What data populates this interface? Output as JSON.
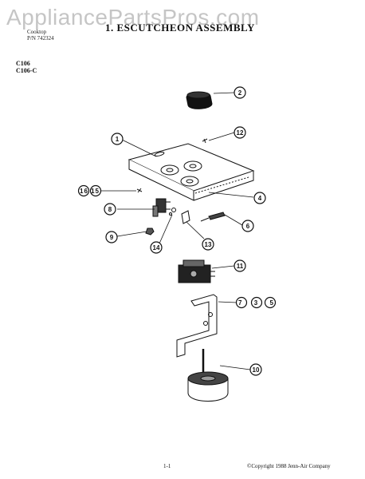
{
  "watermark": "AppliancePartsPros.com",
  "header": {
    "line1": "Cooktop",
    "line2": "P/N 742324",
    "title": "1. ESCUTCHEON ASSEMBLY"
  },
  "models": [
    "C106",
    "C106-C"
  ],
  "callouts": [
    {
      "id": "c1",
      "label": "1"
    },
    {
      "id": "c2",
      "label": "2"
    },
    {
      "id": "c4",
      "label": "4"
    },
    {
      "id": "c6",
      "label": "6"
    },
    {
      "id": "c735",
      "label": "7 3 5"
    },
    {
      "id": "c8",
      "label": "8"
    },
    {
      "id": "c9",
      "label": "9"
    },
    {
      "id": "c10",
      "label": "10"
    },
    {
      "id": "c11",
      "label": "11"
    },
    {
      "id": "c12",
      "label": "12"
    },
    {
      "id": "c13",
      "label": "13"
    },
    {
      "id": "c14",
      "label": "14"
    },
    {
      "id": "c1615",
      "label": "16 15"
    }
  ],
  "footer": {
    "page": "1-1",
    "copyright": "©Copyright 1988 Jenn-Air Company"
  }
}
